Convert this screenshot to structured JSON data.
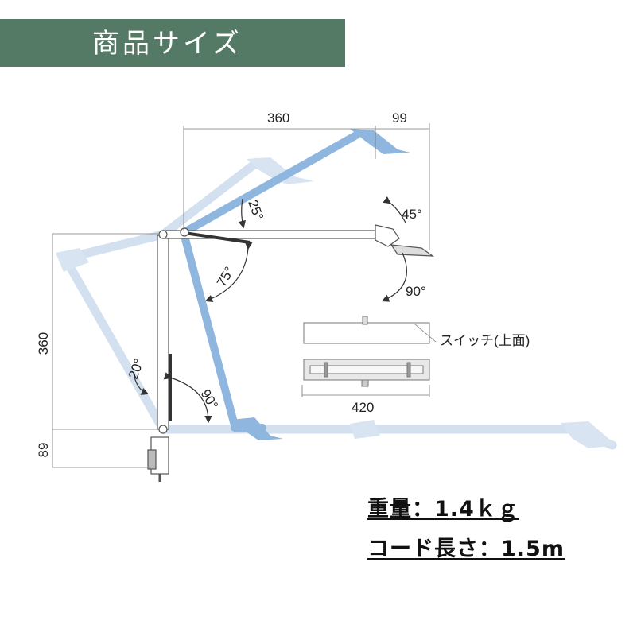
{
  "header": {
    "title": "商品サイズ"
  },
  "dimensions": {
    "arm_length": "360",
    "head_offset": "99",
    "pole_height": "360",
    "clamp_height": "89",
    "head_width": "420"
  },
  "angles": {
    "upper_tilt": "25°",
    "upper_swing": "75°",
    "head_up": "45°",
    "head_down": "90°",
    "pole_back": "20°",
    "pole_forward": "90°"
  },
  "labels": {
    "switch": "スイッチ(上面)"
  },
  "specs": {
    "weight": "重量：1.4ｋｇ",
    "cord_length": "コード長さ：1.5m"
  },
  "colors": {
    "header_bg": "#547a66",
    "lamp_blue": "#8fb6de",
    "lamp_blue_light": "#c9daf0",
    "lamp_line": "#555555"
  }
}
